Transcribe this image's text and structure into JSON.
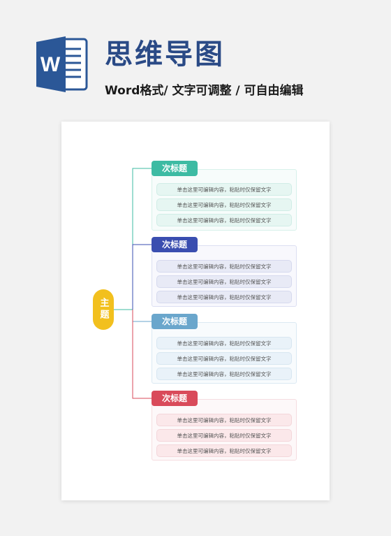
{
  "header": {
    "title": "思维导图",
    "subtitle": "Word格式/ 文字可调整 / 可自由编辑",
    "logo_letter": "W"
  },
  "mindmap": {
    "root_label": "主题",
    "branches": [
      {
        "label": "次标题",
        "color": "#3dbba3",
        "leaves": [
          "单击这里可编辑内容，粘贴时仅保留文字",
          "单击这里可编辑内容，粘贴时仅保留文字",
          "单击这里可编辑内容，粘贴时仅保留文字"
        ]
      },
      {
        "label": "次标题",
        "color": "#3a4eb0",
        "leaves": [
          "单击这里可编辑内容，粘贴时仅保留文字",
          "单击这里可编辑内容，粘贴时仅保留文字",
          "单击这里可编辑内容，粘贴时仅保留文字"
        ]
      },
      {
        "label": "次标题",
        "color": "#6aa6cc",
        "leaves": [
          "单击这里可编辑内容，粘贴时仅保留文字",
          "单击这里可编辑内容，粘贴时仅保留文字",
          "单击这里可编辑内容，粘贴时仅保留文字"
        ]
      },
      {
        "label": "次标题",
        "color": "#d94a5a",
        "leaves": [
          "单击这里可编辑内容，粘贴时仅保留文字",
          "单击这里可编辑内容，粘贴时仅保留文字",
          "单击这里可编辑内容，粘贴时仅保留文字"
        ]
      }
    ]
  }
}
